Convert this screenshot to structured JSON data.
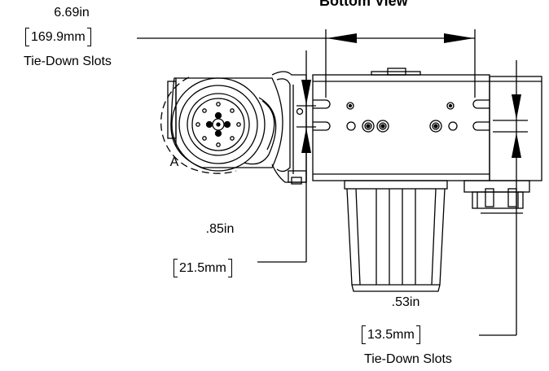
{
  "view_title": "Bottom View",
  "dimensions": {
    "width_slots": {
      "inches": "6.69in",
      "mm": "169.9mm",
      "note": "Tie-Down Slots"
    },
    "slot_offset": {
      "inches": ".85in",
      "mm": "21.5mm"
    },
    "slot_width": {
      "inches": ".53in",
      "mm": "13.5mm",
      "note": "Tie-Down Slots"
    }
  },
  "detail_label": "A"
}
